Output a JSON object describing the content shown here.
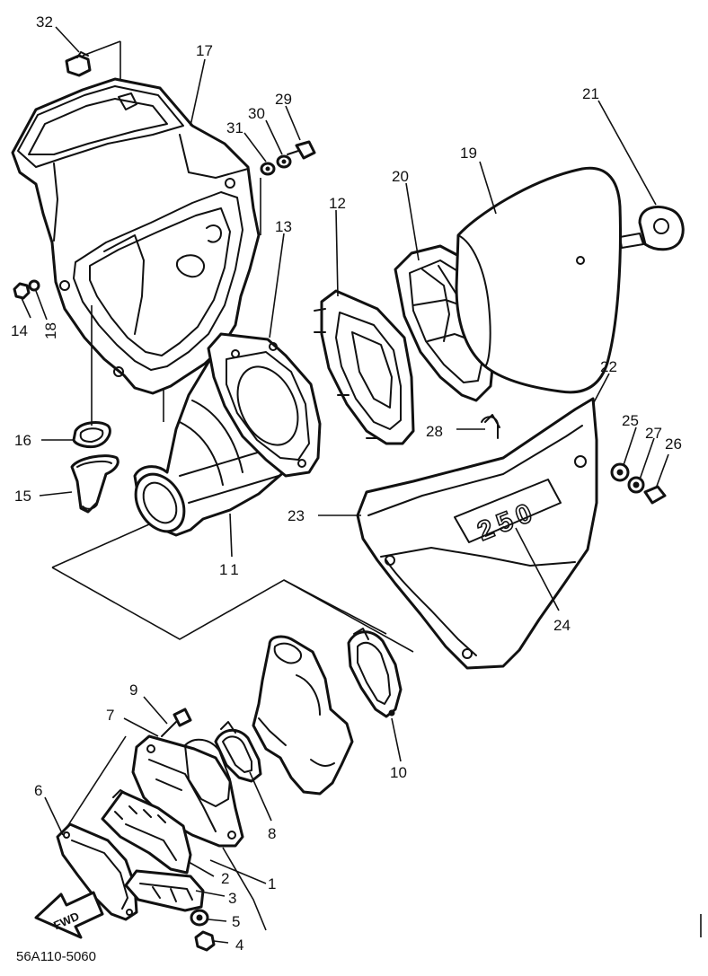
{
  "diagram": {
    "code": "56A110-5060",
    "fwd_label": "FWD",
    "badge_text": "250",
    "callouts": {
      "p1": "1",
      "p2": "2",
      "p3": "3",
      "p4": "4",
      "p5": "5",
      "p6": "6",
      "p7": "7",
      "p8": "8",
      "p9": "9",
      "p10": "10",
      "p11": "11",
      "p12": "12",
      "p13": "13",
      "p14": "14",
      "p15": "15",
      "p16": "16",
      "p17": "17",
      "p18": "18",
      "p19": "19",
      "p20": "20",
      "p21": "21",
      "p22": "22",
      "p23": "23",
      "p24": "24",
      "p25": "25",
      "p26": "26",
      "p27": "27",
      "p28": "28",
      "p29": "29",
      "p30": "30",
      "p31": "31",
      "p32": "32"
    }
  }
}
